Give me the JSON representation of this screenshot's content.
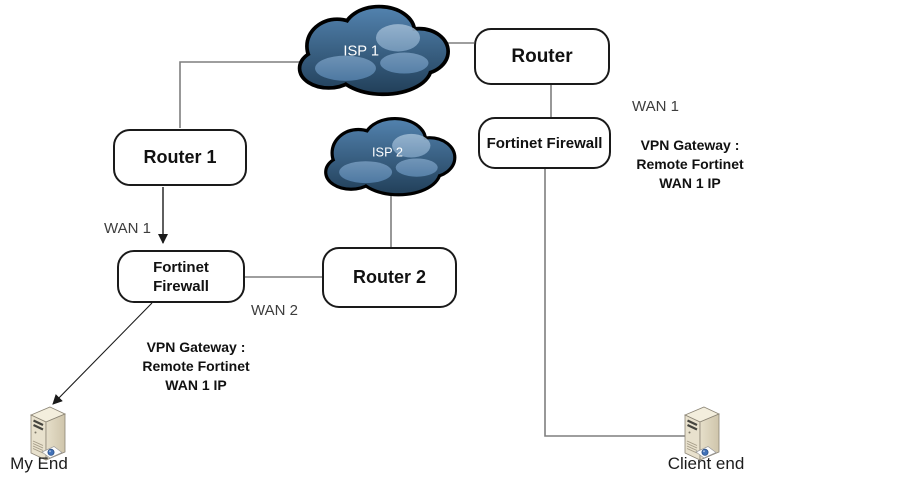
{
  "diagram": {
    "clouds": {
      "isp1": {
        "label": "ISP 1"
      },
      "isp2": {
        "label": "ISP 2"
      }
    },
    "nodes": {
      "router": {
        "label": "Router"
      },
      "router1": {
        "label": "Router 1"
      },
      "router2": {
        "label": "Router 2"
      },
      "firewall_right": {
        "label": "Fortinet Firewall"
      },
      "firewall_left": {
        "line1": "Fortinet",
        "line2": "Firewall"
      }
    },
    "link_labels": {
      "wan1_left": "WAN 1",
      "wan2": "WAN 2",
      "wan1_right": "WAN 1"
    },
    "notes": {
      "vpn_left": {
        "line1": "VPN Gateway :",
        "line2": "Remote Fortinet",
        "line3": "WAN 1 IP"
      },
      "vpn_right": {
        "line1": "VPN Gateway :",
        "line2": "Remote Fortinet",
        "line3": "WAN 1 IP"
      }
    },
    "endpoints": {
      "my_end": {
        "label": "My End"
      },
      "client_end": {
        "label": "Client end"
      }
    },
    "colors": {
      "cloud_top": "#4e7ca9",
      "cloud_bottom": "#1d3951",
      "cloud_highlight": "#8fafcc",
      "connector": "#7f7f7f",
      "arrow": "#1a1a1a",
      "node_border": "#1a1a1a",
      "node_fill": "#ffffff",
      "tower_body": "#e8e1cd",
      "tower_top": "#f3eedd",
      "floppy_dot": "#4272b8"
    }
  }
}
